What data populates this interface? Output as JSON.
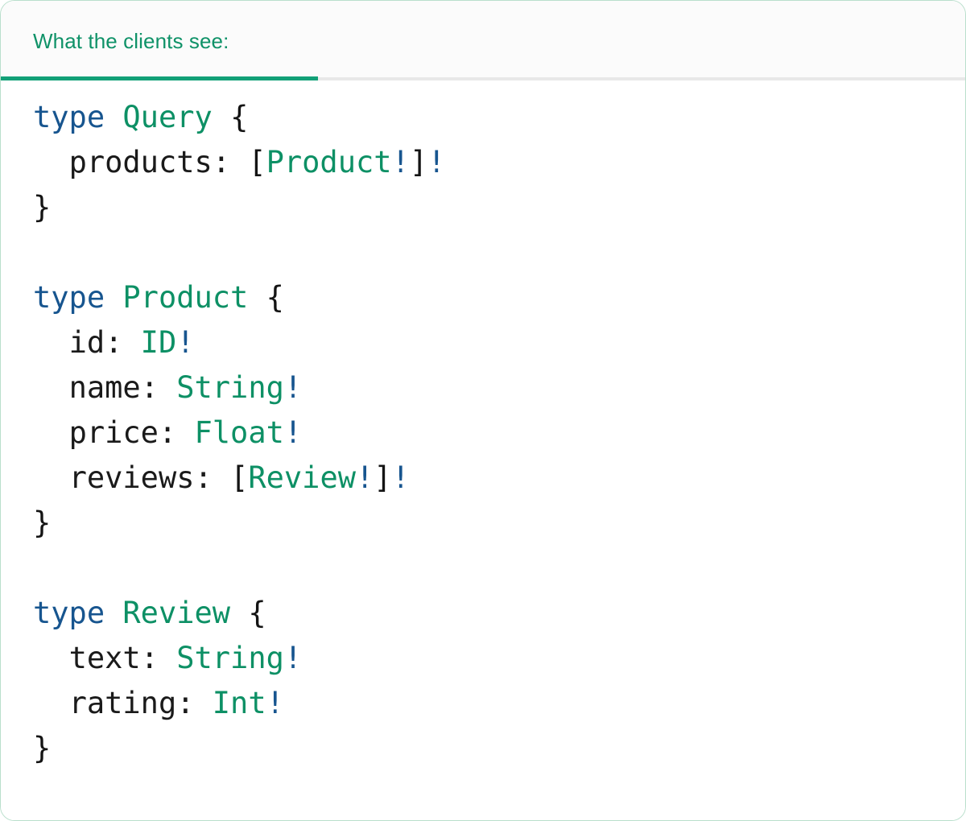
{
  "panel": {
    "accent_green": "#12a077",
    "border_color": "#b9dfcc",
    "tabbar_bg": "#fbfbfb",
    "code_bg": "#ffffff"
  },
  "tabs": [
    {
      "id": "clients-view",
      "label": "What the clients see:",
      "active": true,
      "color": "#0f9268"
    }
  ],
  "code": {
    "language": "graphql",
    "token_colors": {
      "keyword": "#17558f",
      "type_name": "#0d9065",
      "field_name": "#1a1a1a",
      "punctuation": "#141414",
      "non_null_bang": "#17558f"
    },
    "raw": "type Query {\n  products: [Product!]!\n}\n\ntype Product {\n  id: ID!\n  name: String!\n  price: Float!\n  reviews: [Review!]!\n}\n\ntype Review {\n  text: String!\n  rating: Int!\n}",
    "lines": [
      {
        "n": 1,
        "tokens": [
          {
            "t": "keyword",
            "v": "type"
          },
          {
            "t": "plain",
            "v": " "
          },
          {
            "t": "type",
            "v": "Query"
          },
          {
            "t": "plain",
            "v": " "
          },
          {
            "t": "punct",
            "v": "{"
          }
        ]
      },
      {
        "n": 2,
        "tokens": [
          {
            "t": "plain",
            "v": "  "
          },
          {
            "t": "field",
            "v": "products:"
          },
          {
            "t": "plain",
            "v": " "
          },
          {
            "t": "punct",
            "v": "["
          },
          {
            "t": "type",
            "v": "Product"
          },
          {
            "t": "bang",
            "v": "!"
          },
          {
            "t": "punct",
            "v": "]"
          },
          {
            "t": "bang",
            "v": "!"
          }
        ]
      },
      {
        "n": 3,
        "tokens": [
          {
            "t": "punct",
            "v": "}"
          }
        ]
      },
      {
        "n": 4,
        "tokens": []
      },
      {
        "n": 5,
        "tokens": [
          {
            "t": "keyword",
            "v": "type"
          },
          {
            "t": "plain",
            "v": " "
          },
          {
            "t": "type",
            "v": "Product"
          },
          {
            "t": "plain",
            "v": " "
          },
          {
            "t": "punct",
            "v": "{"
          }
        ]
      },
      {
        "n": 6,
        "tokens": [
          {
            "t": "plain",
            "v": "  "
          },
          {
            "t": "field",
            "v": "id:"
          },
          {
            "t": "plain",
            "v": " "
          },
          {
            "t": "type",
            "v": "ID"
          },
          {
            "t": "bang",
            "v": "!"
          }
        ]
      },
      {
        "n": 7,
        "tokens": [
          {
            "t": "plain",
            "v": "  "
          },
          {
            "t": "field",
            "v": "name:"
          },
          {
            "t": "plain",
            "v": " "
          },
          {
            "t": "type",
            "v": "String"
          },
          {
            "t": "bang",
            "v": "!"
          }
        ]
      },
      {
        "n": 8,
        "tokens": [
          {
            "t": "plain",
            "v": "  "
          },
          {
            "t": "field",
            "v": "price:"
          },
          {
            "t": "plain",
            "v": " "
          },
          {
            "t": "type",
            "v": "Float"
          },
          {
            "t": "bang",
            "v": "!"
          }
        ]
      },
      {
        "n": 9,
        "tokens": [
          {
            "t": "plain",
            "v": "  "
          },
          {
            "t": "field",
            "v": "reviews:"
          },
          {
            "t": "plain",
            "v": " "
          },
          {
            "t": "punct",
            "v": "["
          },
          {
            "t": "type",
            "v": "Review"
          },
          {
            "t": "bang",
            "v": "!"
          },
          {
            "t": "punct",
            "v": "]"
          },
          {
            "t": "bang",
            "v": "!"
          }
        ]
      },
      {
        "n": 10,
        "tokens": [
          {
            "t": "punct",
            "v": "}"
          }
        ]
      },
      {
        "n": 11,
        "tokens": []
      },
      {
        "n": 12,
        "tokens": [
          {
            "t": "keyword",
            "v": "type"
          },
          {
            "t": "plain",
            "v": " "
          },
          {
            "t": "type",
            "v": "Review"
          },
          {
            "t": "plain",
            "v": " "
          },
          {
            "t": "punct",
            "v": "{"
          }
        ]
      },
      {
        "n": 13,
        "tokens": [
          {
            "t": "plain",
            "v": "  "
          },
          {
            "t": "field",
            "v": "text:"
          },
          {
            "t": "plain",
            "v": " "
          },
          {
            "t": "type",
            "v": "String"
          },
          {
            "t": "bang",
            "v": "!"
          }
        ]
      },
      {
        "n": 14,
        "tokens": [
          {
            "t": "plain",
            "v": "  "
          },
          {
            "t": "field",
            "v": "rating:"
          },
          {
            "t": "plain",
            "v": " "
          },
          {
            "t": "type",
            "v": "Int"
          },
          {
            "t": "bang",
            "v": "!"
          }
        ]
      },
      {
        "n": 15,
        "tokens": [
          {
            "t": "punct",
            "v": "}"
          }
        ]
      }
    ]
  }
}
